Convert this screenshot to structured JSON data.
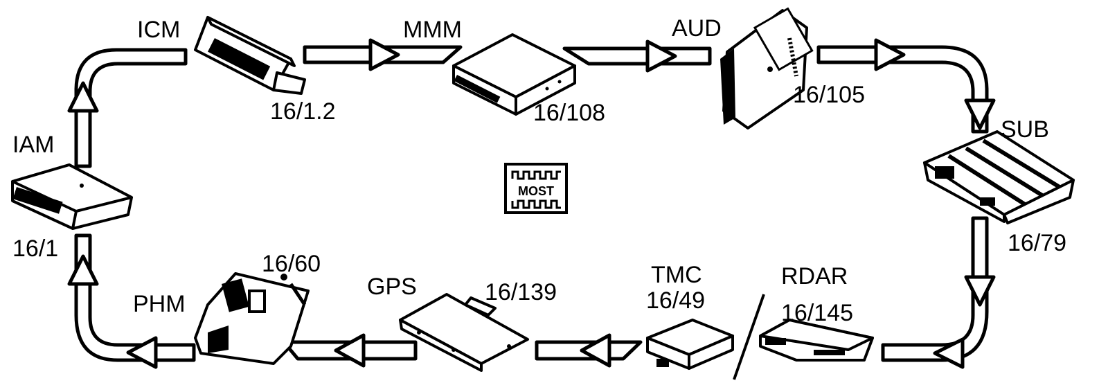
{
  "diagram": {
    "bus_badge": {
      "top": "ꟺ",
      "label": "MOST"
    },
    "modules": [
      {
        "id": "iam",
        "name": "IAM",
        "code": "16/1",
        "icon": "module-box-icon"
      },
      {
        "id": "icm",
        "name": "ICM",
        "code": "16/1.2",
        "icon": "display-head-unit-icon"
      },
      {
        "id": "mmm",
        "name": "MMM",
        "code": "16/108",
        "icon": "media-drive-icon"
      },
      {
        "id": "aud",
        "name": "AUD",
        "code": "16/105",
        "icon": "amplifier-board-icon"
      },
      {
        "id": "sub",
        "name": "SUB",
        "code": "16/79",
        "icon": "heatsink-amplifier-icon"
      },
      {
        "id": "rdar",
        "name": "RDAR",
        "code": "16/145",
        "icon": "radio-receiver-icon"
      },
      {
        "id": "tmc",
        "name": "TMC",
        "code": "16/49",
        "icon": "tuner-box-icon"
      },
      {
        "id": "gps",
        "name": "GPS",
        "code": "16/139",
        "icon": "gps-module-icon"
      },
      {
        "id": "phm",
        "name": "PHM",
        "code": "16/60",
        "icon": "phone-module-icon"
      }
    ]
  }
}
